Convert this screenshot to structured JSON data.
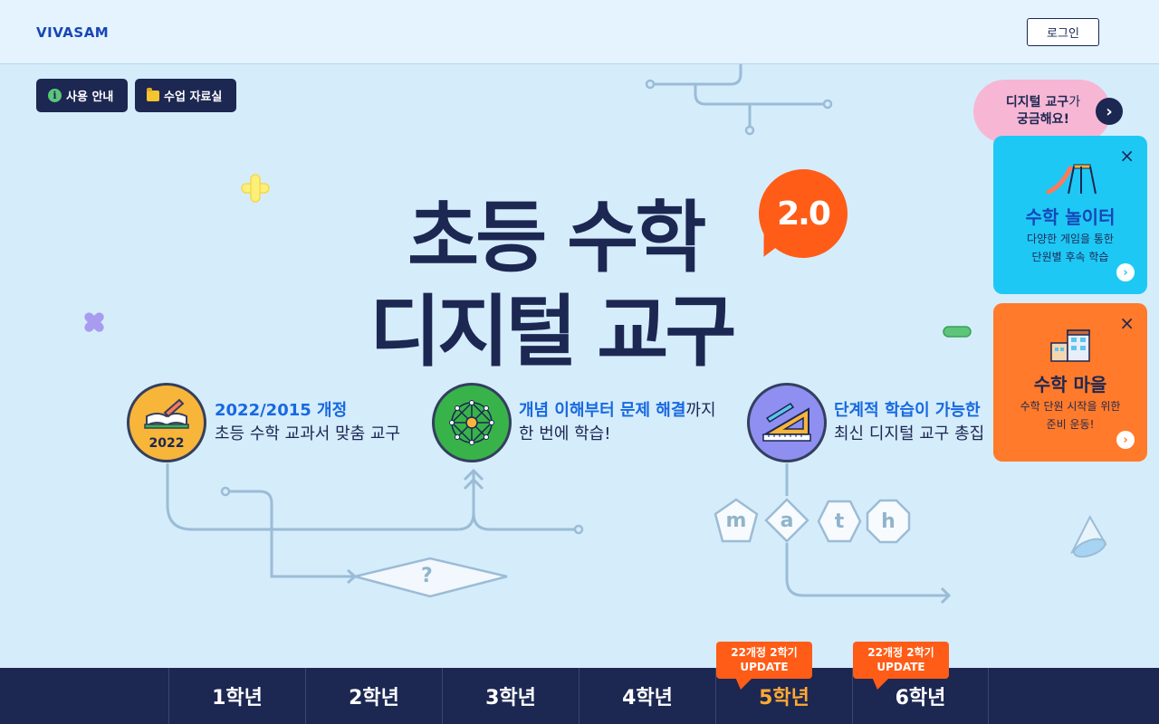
{
  "header": {
    "logo": "VIVASAM",
    "login_label": "로그인"
  },
  "top_buttons": {
    "guide_label": "사용 안내",
    "material_label": "수업 자료실"
  },
  "hero": {
    "title_line1": "초등 수학",
    "title_line2": "디지털 교구",
    "version_badge": "2.0"
  },
  "features": [
    {
      "year": "2022",
      "highlight": "2022/2015 개정",
      "rest": "",
      "line2": "초등 수학 교과서 맞춤 교구"
    },
    {
      "year": "",
      "highlight": "개념 이해부터 문제 해결",
      "rest": "까지",
      "line2": "한 번에 학습!"
    },
    {
      "year": "",
      "highlight": "단계적 학습이 가능한",
      "rest": "",
      "line2": "최신 디지털 교구 총집"
    }
  ],
  "math_letters": [
    "m",
    "a",
    "t",
    "h"
  ],
  "question_mark": "?",
  "side_panel": {
    "curious_bold": "디지털 교구",
    "curious_rest": "가",
    "curious_line2": "궁금해요!",
    "cards": [
      {
        "title": "수학 놀이터",
        "desc1": "다양한 게임을 통한",
        "desc2": "단원별 후속 학습"
      },
      {
        "title": "수학 마을",
        "desc1": "수학 단원 시작을 위한",
        "desc2": "준비 운동!"
      }
    ]
  },
  "grades": {
    "tabs": [
      "1학년",
      "2학년",
      "3학년",
      "4학년",
      "5학년",
      "6학년"
    ],
    "active_index": 4,
    "update_line1": "22개정 2학기",
    "update_line2": "UPDATE"
  },
  "colors": {
    "navy": "#1c2752",
    "accent_orange": "#ff5c17",
    "highlight_blue": "#1769e0",
    "background": "#d5ecfb",
    "active_grade": "#ffaa33"
  }
}
